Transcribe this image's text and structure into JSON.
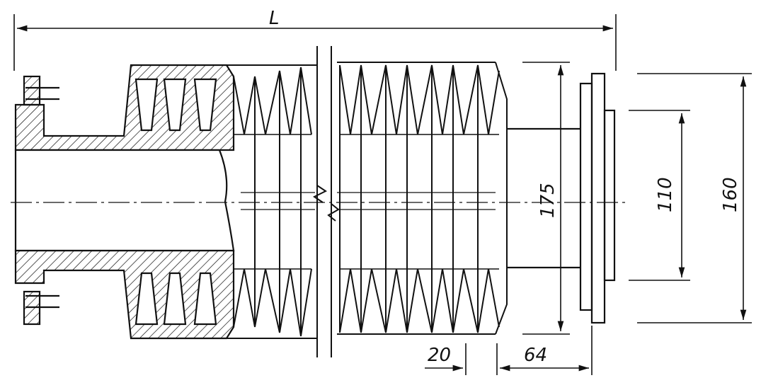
{
  "dimensions": {
    "overall_length": "L",
    "outer_diameter": "175",
    "flange_bore": "110",
    "flange_outer": "160",
    "pitch": "20",
    "end_length": "64"
  },
  "colors": {
    "ink": "#111111",
    "paper": "#ffffff"
  }
}
